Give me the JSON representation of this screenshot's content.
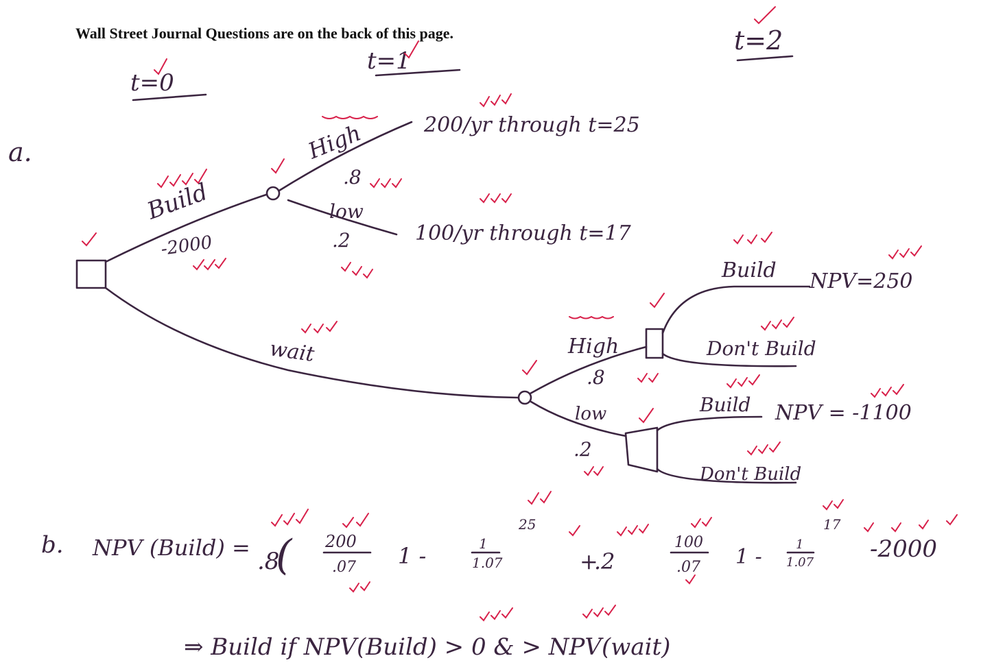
{
  "header": "Wall Street Journal Questions are on the back of this page.",
  "time_labels": {
    "t0": "t=0",
    "t1": "t=1",
    "t2": "t=2"
  },
  "part_a": {
    "label": "a.",
    "build_branch": {
      "label": "Build",
      "cost": "-2000"
    },
    "build_high": {
      "label": "High",
      "prob": ".8",
      "payoff": "200/yr through t=25"
    },
    "build_low": {
      "label": "low",
      "prob": ".2",
      "payoff": "100/yr through t=17"
    },
    "wait_branch": {
      "label": "wait"
    },
    "wait_high": {
      "label": "High",
      "prob": ".8"
    },
    "wait_low": {
      "label": "low",
      "prob": ".2"
    },
    "high_build": {
      "label": "Build",
      "npv": "NPV=250"
    },
    "high_dont": {
      "label": "Don't Build"
    },
    "low_build": {
      "label": "Build",
      "npv": "NPV = -1100"
    },
    "low_dont": {
      "label": "Don't Build"
    }
  },
  "part_b": {
    "label": "b.",
    "lhs": "NPV (Build) =",
    "term1_prob": ".8",
    "term1_num": "200",
    "term1_den": ".07",
    "term1_exp": "25",
    "plus": "+",
    "term2_prob": ".2",
    "term2_num": "100",
    "term2_den": ".07",
    "term2_exp": "17",
    "inner_num": "1",
    "inner_den": "1.07",
    "one_minus": "1 -",
    "tail": "-2000",
    "conclusion": "⇒ Build if NPV(Build) > 0 & > NPV(wait)"
  }
}
